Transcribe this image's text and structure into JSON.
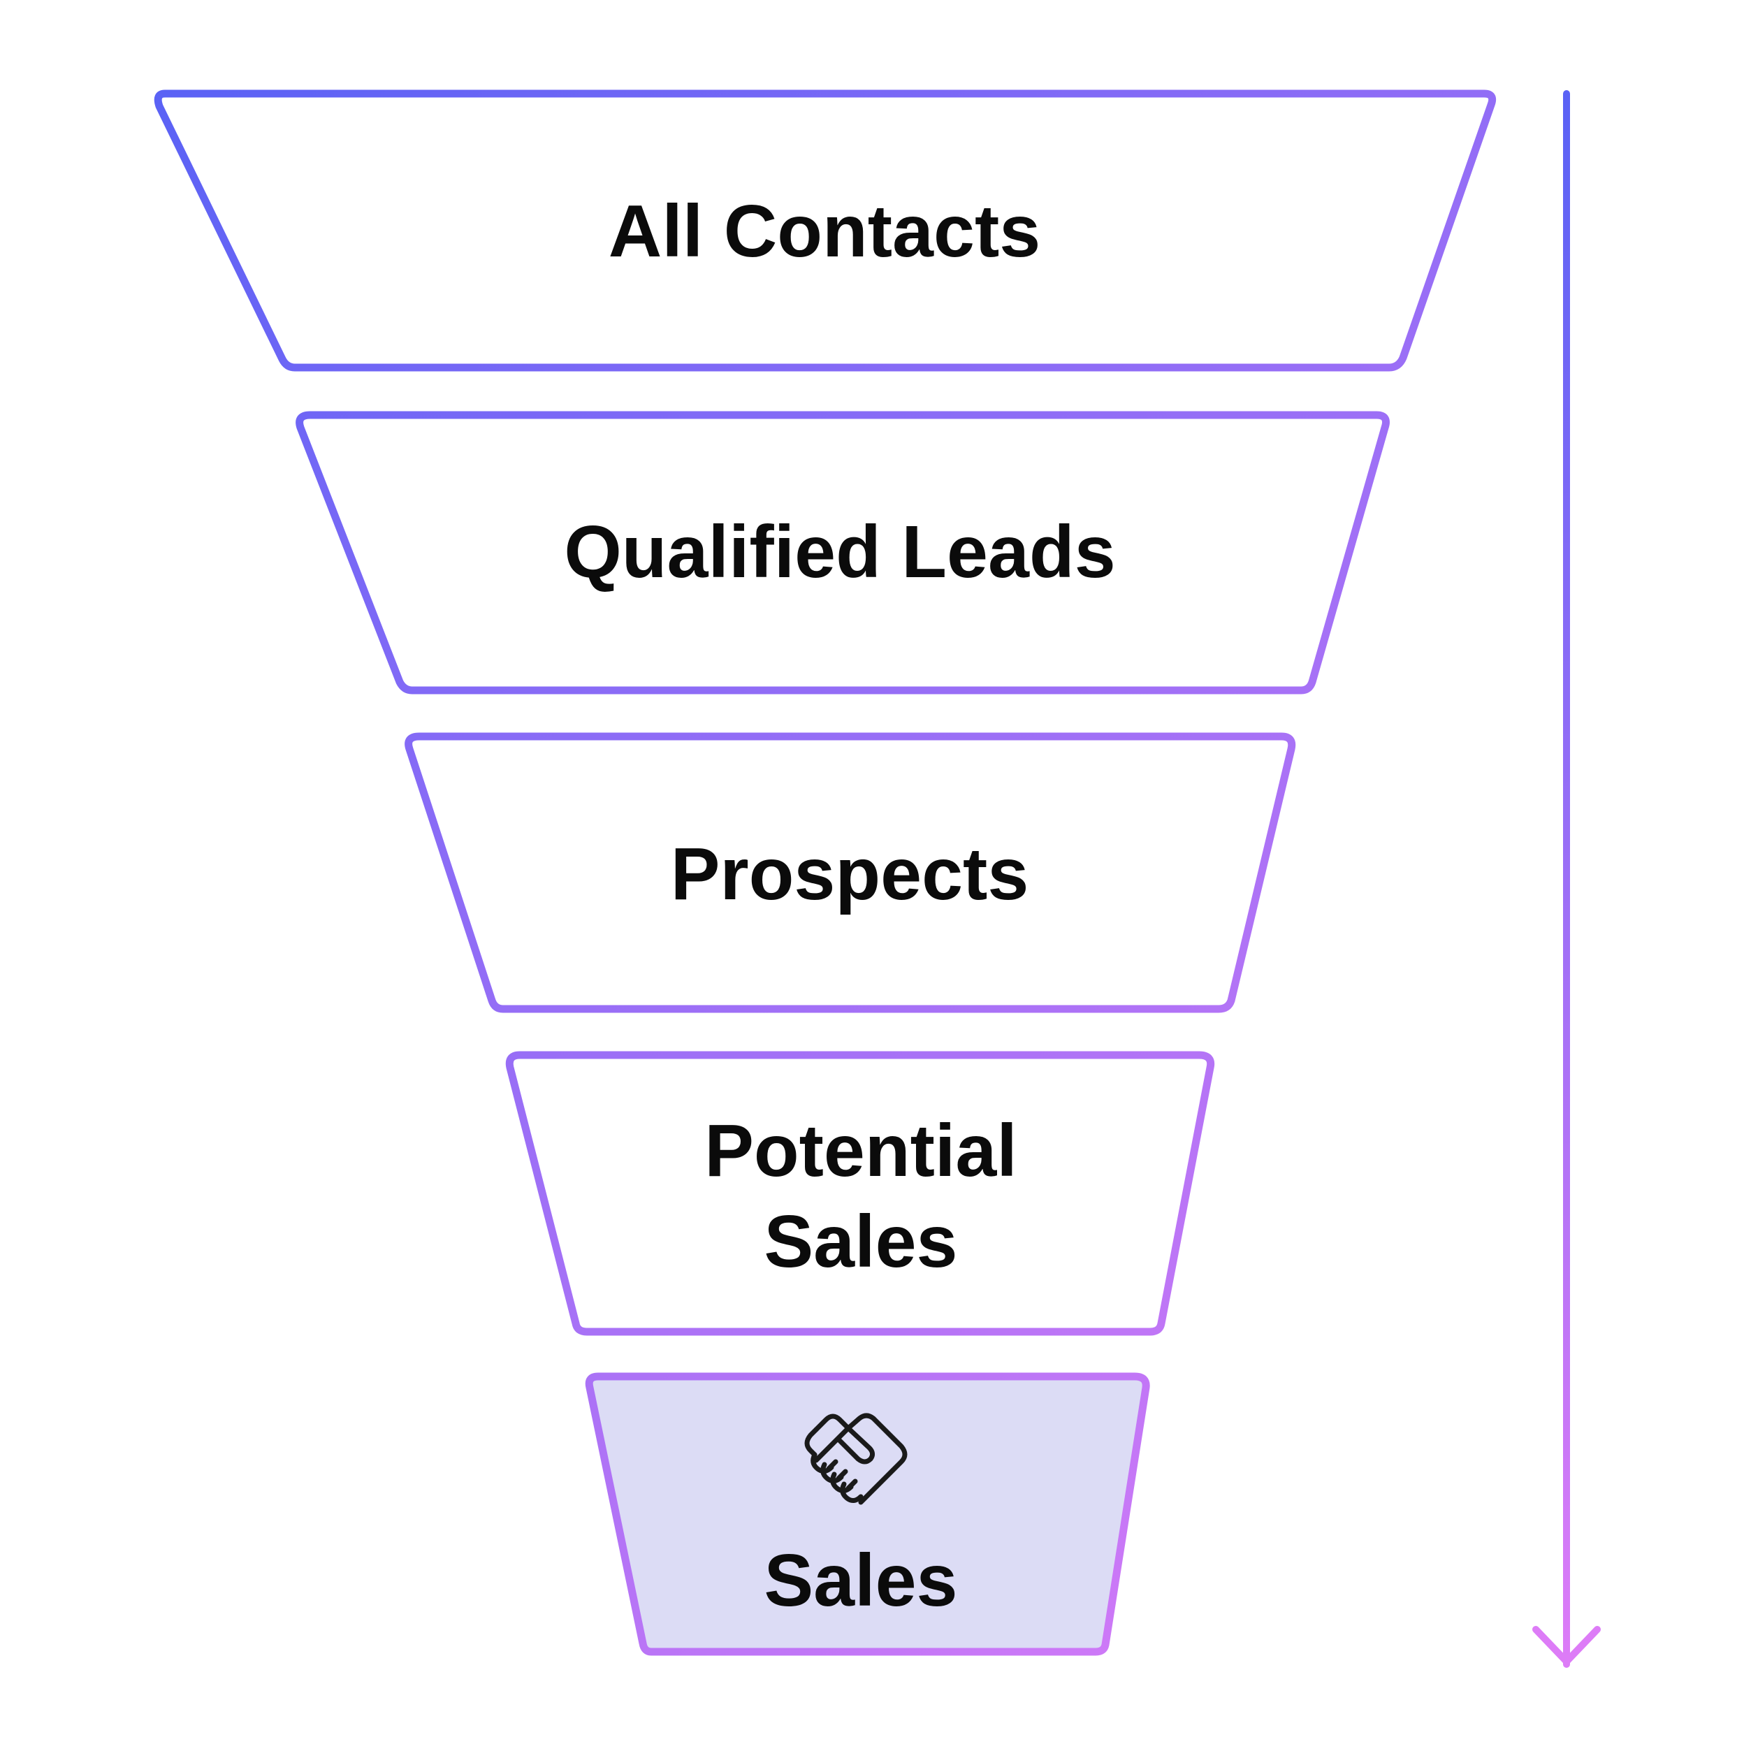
{
  "diagram": {
    "stages": [
      {
        "label_lines": [
          "All Contacts"
        ]
      },
      {
        "label_lines": [
          "Qualified Leads"
        ]
      },
      {
        "label_lines": [
          "Prospects"
        ]
      },
      {
        "label_lines": [
          "Potential",
          "Sales"
        ]
      },
      {
        "label_lines": [
          "Sales"
        ],
        "icon": "handshake-icon",
        "highlighted": true
      }
    ],
    "direction_arrow": {
      "icon": "arrow-down-icon"
    },
    "colors": {
      "gradient_start": "#5a62f5",
      "gradient_end": "#dd7cf7",
      "highlight_fill": "#dcdcf5",
      "text": "#0b0b0b"
    }
  }
}
